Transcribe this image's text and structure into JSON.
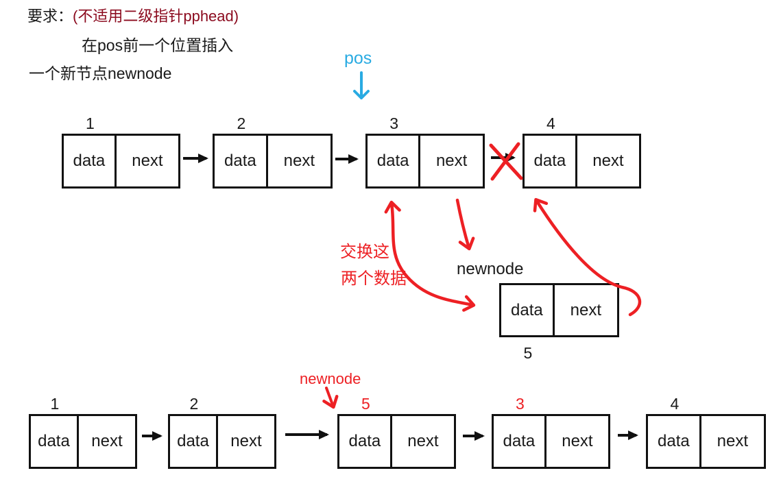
{
  "header": {
    "requirement_label": "要求：",
    "requirement_note": "(不适用二级指针pphead)",
    "line2": "在pos前一个位置插入",
    "line3": "一个新节点newnode"
  },
  "pointers": {
    "pos_label": "pos",
    "newnode_label_middle": "newnode",
    "newnode_label_bottom": "newnode"
  },
  "annotations": {
    "swap_line1": "交换这",
    "swap_line2": "两个数据"
  },
  "cell_labels": {
    "data": "data",
    "next": "next"
  },
  "lists": {
    "top": [
      {
        "label": "1"
      },
      {
        "label": "2"
      },
      {
        "label": "3"
      },
      {
        "label": "4"
      }
    ],
    "middle": [
      {
        "label": "5"
      }
    ],
    "bottom": [
      {
        "label": "1"
      },
      {
        "label": "2"
      },
      {
        "label": "5"
      },
      {
        "label": "3"
      },
      {
        "label": "4"
      }
    ]
  },
  "colors": {
    "ink": "#1a1a1a",
    "box_border": "#111111",
    "accent_red": "#ed2024",
    "dark_red": "#8b0a1e",
    "accent_blue": "#29abe2",
    "background": "#ffffff"
  }
}
